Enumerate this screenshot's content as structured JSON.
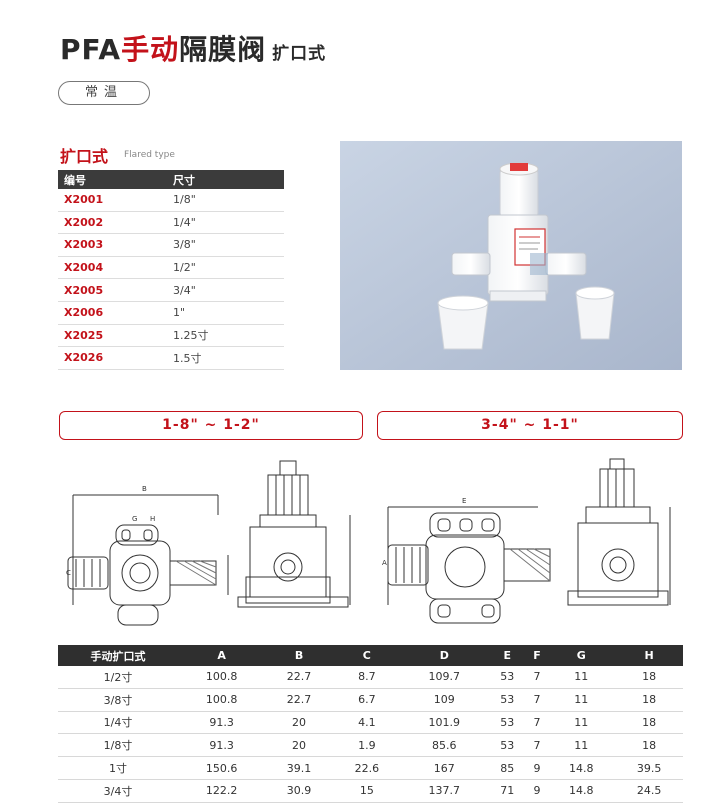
{
  "header": {
    "title_pfa": "PFA",
    "title_red": "手动",
    "title_dark": "隔膜阀",
    "title_sub": "扩口式",
    "temp_label": "常温"
  },
  "flared": {
    "heading": "扩口式",
    "subheading": "Flared type",
    "columns": [
      "编号",
      "尺寸"
    ],
    "rows": [
      {
        "code": "X2001",
        "size": "1/8\""
      },
      {
        "code": "X2002",
        "size": "1/4\""
      },
      {
        "code": "X2003",
        "size": "3/8\""
      },
      {
        "code": "X2004",
        "size": "1/2\""
      },
      {
        "code": "X2005",
        "size": "3/4\""
      },
      {
        "code": "X2006",
        "size": "1\""
      },
      {
        "code": "X2025",
        "size": "1.25寸"
      },
      {
        "code": "X2026",
        "size": "1.5寸"
      }
    ]
  },
  "ranges": {
    "left": "1-8\" ~ 1-2\"",
    "right": "3-4\" ~ 1-1\""
  },
  "drawing_labels": {
    "dim_b": "B",
    "dim_g": "G",
    "dim_h": "H",
    "dim_c": "C",
    "dim_e": "E",
    "dim_a": "A"
  },
  "dimensions": {
    "columns": [
      "手动扩口式",
      "A",
      "B",
      "C",
      "D",
      "E",
      "F",
      "G",
      "H"
    ],
    "rows": [
      [
        "1/2寸",
        "100.8",
        "22.7",
        "8.7",
        "109.7",
        "53",
        "7",
        "11",
        "18"
      ],
      [
        "3/8寸",
        "100.8",
        "22.7",
        "6.7",
        "109",
        "53",
        "7",
        "11",
        "18"
      ],
      [
        "1/4寸",
        "91.3",
        "20",
        "4.1",
        "101.9",
        "53",
        "7",
        "11",
        "18"
      ],
      [
        "1/8寸",
        "91.3",
        "20",
        "1.9",
        "85.6",
        "53",
        "7",
        "11",
        "18"
      ],
      [
        "1寸",
        "150.6",
        "39.1",
        "22.6",
        "167",
        "85",
        "9",
        "14.8",
        "39.5"
      ],
      [
        "3/4寸",
        "122.2",
        "30.9",
        "15",
        "137.7",
        "71",
        "9",
        "14.8",
        "24.5"
      ]
    ]
  },
  "colors": {
    "accent_red": "#c3121a",
    "table_header": "#2f2f2f"
  }
}
